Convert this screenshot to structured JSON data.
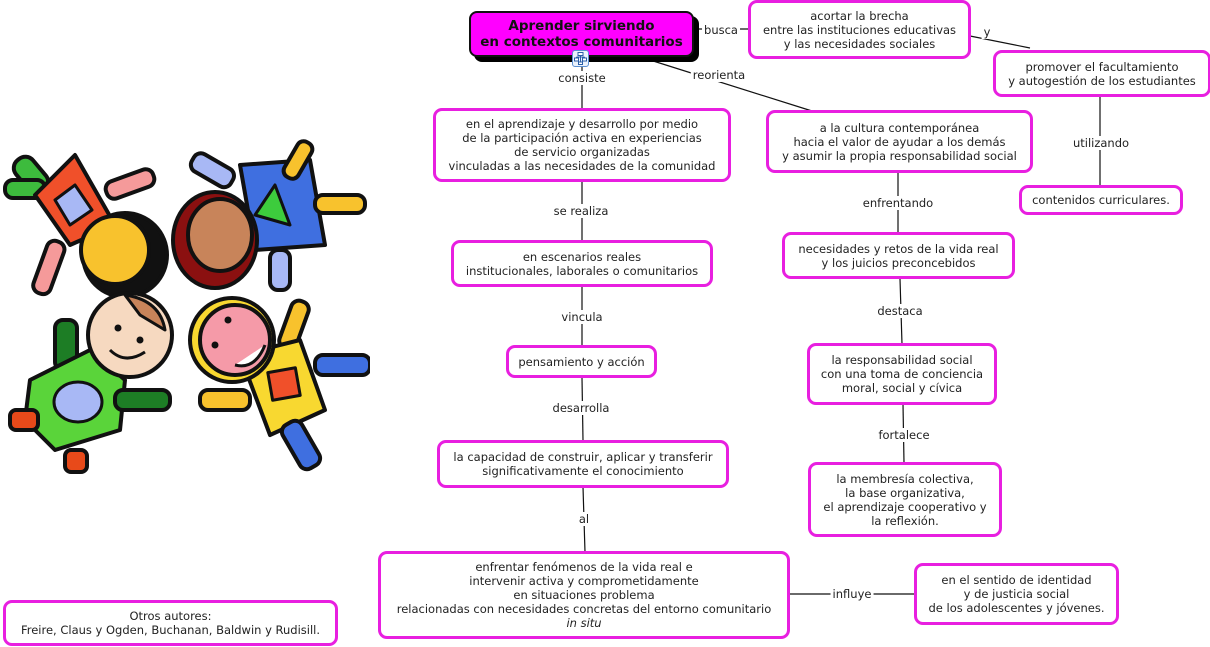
{
  "concept_map": {
    "root": {
      "lines": [
        "Aprender sirviendo",
        "en contextos comunitarios"
      ],
      "color": "#ff00ff"
    },
    "node_border_color": "#e81fe0",
    "nodes": {
      "acortar": [
        "acortar la brecha",
        "entre las instituciones educativas",
        "y las necesidades sociales"
      ],
      "promover": [
        "promover el facultamiento",
        "y autogestión de los estudiantes"
      ],
      "contenidos": [
        "contenidos curriculares."
      ],
      "aprendizaje": [
        "en el aprendizaje y desarrollo por medio",
        "de la participación activa en experiencias",
        "de servicio organizadas",
        "vinculadas a las necesidades de la comunidad"
      ],
      "cultura": [
        "a la cultura contemporánea",
        "hacia el valor de ayudar a los demás",
        "y asumir la propia responsabilidad social"
      ],
      "escenarios": [
        "en escenarios reales",
        "institucionales, laborales o comunitarios"
      ],
      "necesidades": [
        "necesidades y retos de la vida real",
        "y los juicios preconcebidos"
      ],
      "pensamiento": [
        "pensamiento y acción"
      ],
      "responsabilidad": [
        "la responsabilidad social",
        "con una toma de conciencia",
        "moral, social y cívica"
      ],
      "capacidad": [
        "la capacidad de construir, aplicar y transferir",
        "significativamente el conocimiento"
      ],
      "membresia": [
        "la membresía colectiva,",
        "la base organizativa,",
        "el aprendizaje cooperativo y",
        "la reflexión."
      ],
      "enfrentar": [
        "enfrentar fenómenos de la vida real e",
        "intervenir activa y comprometidamente",
        "en situaciones problema",
        "relacionadas con necesidades concretas del entorno comunitario",
        "in situ"
      ],
      "identidad": [
        "en el sentido de identidad",
        "y de justicia social",
        "de los adolescentes y jóvenes."
      ],
      "autores": [
        "Otros autores:",
        "Freire, Claus y Ogden, Buchanan, Baldwin y Rudisill."
      ]
    },
    "links": {
      "busca": "busca",
      "y": "y",
      "reorienta": "reorienta",
      "consiste": "consiste",
      "utilizando": "utilizando",
      "se_realiza": "se realiza",
      "enfrentando": "enfrentando",
      "vincula": "vincula",
      "destaca": "destaca",
      "desarrolla": "desarrolla",
      "fortalece": "fortalece",
      "al": "al",
      "influye": "influye"
    },
    "icons": {
      "submap": "submap-icon",
      "illustration": "children-circle-illustration"
    }
  }
}
